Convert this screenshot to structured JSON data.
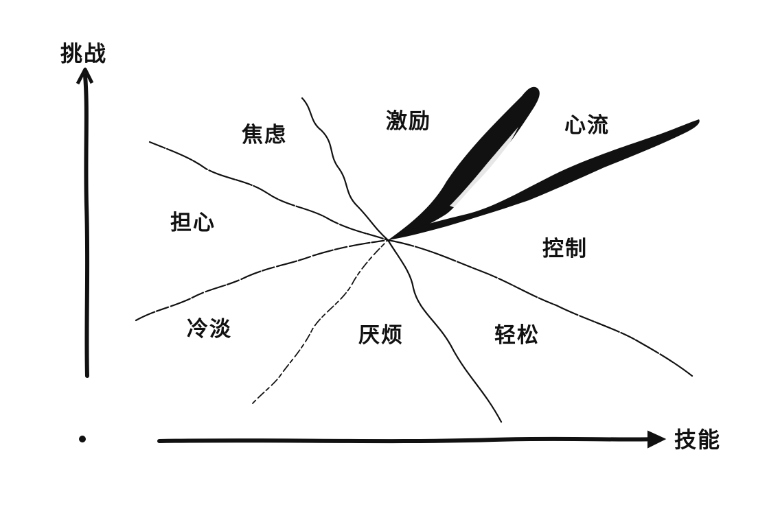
{
  "diagram": {
    "axes": {
      "y_label": "挑战",
      "x_label": "技能"
    },
    "center_point": "lines radiate from a single point",
    "regions": {
      "flow": "心流",
      "arousal": "激励",
      "anxiety": "焦虑",
      "worry": "担心",
      "apathy": "冷淡",
      "boredom": "厌烦",
      "relaxation": "轻松",
      "control": "控制"
    },
    "style": {
      "ink_color": "#111111",
      "background": "#ffffff",
      "flow_band": "thick black wedge"
    }
  }
}
